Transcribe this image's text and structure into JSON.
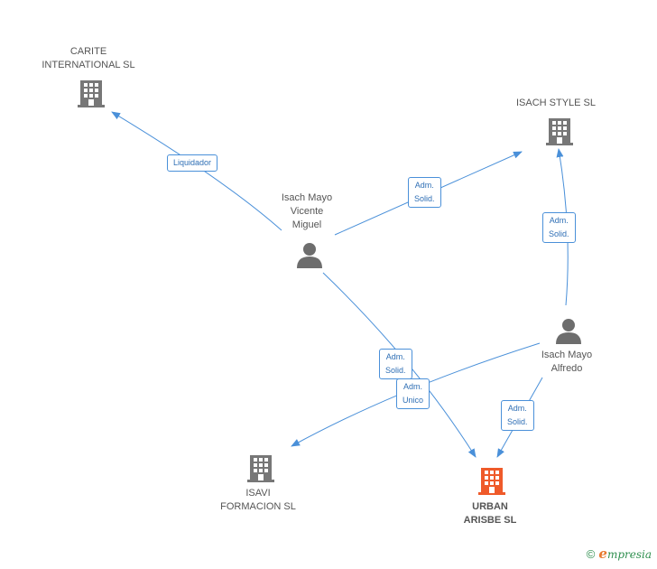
{
  "colors": {
    "edge": "#4a90d9",
    "company": "#777777",
    "company_main": "#ef5a2a",
    "person": "#6d6d6d"
  },
  "nodes": {
    "carite": {
      "lines": [
        "CARITE",
        "INTERNATIONAL SL"
      ],
      "icon": "building-icon"
    },
    "isach_style": {
      "lines": [
        "ISACH STYLE SL"
      ],
      "icon": "building-icon"
    },
    "isach_vicente": {
      "lines": [
        "Isach Mayo",
        "Vicente",
        "Miguel"
      ],
      "icon": "person-icon"
    },
    "isach_alfredo": {
      "lines": [
        "Isach Mayo",
        "Alfredo"
      ],
      "icon": "person-icon"
    },
    "isavi": {
      "lines": [
        "ISAVI",
        "FORMACION SL"
      ],
      "icon": "building-icon"
    },
    "urban": {
      "lines": [
        "URBAN",
        "ARISBE SL"
      ],
      "icon": "building-icon"
    }
  },
  "edges": {
    "liquidador": {
      "lines": [
        "Liquidador"
      ]
    },
    "vicente_style": {
      "lines": [
        "Adm.",
        "Solid."
      ]
    },
    "alfredo_style": {
      "lines": [
        "Adm.",
        "Solid."
      ]
    },
    "vicente_urban": {
      "lines": [
        "Adm.",
        "Solid."
      ]
    },
    "alfredo_isavi": {
      "lines": [
        "Adm.",
        "Unico"
      ]
    },
    "alfredo_urban": {
      "lines": [
        "Adm.",
        "Solid."
      ]
    }
  },
  "footer": {
    "copyright": "©",
    "brand_first": "e",
    "brand_rest": "mpresia"
  }
}
